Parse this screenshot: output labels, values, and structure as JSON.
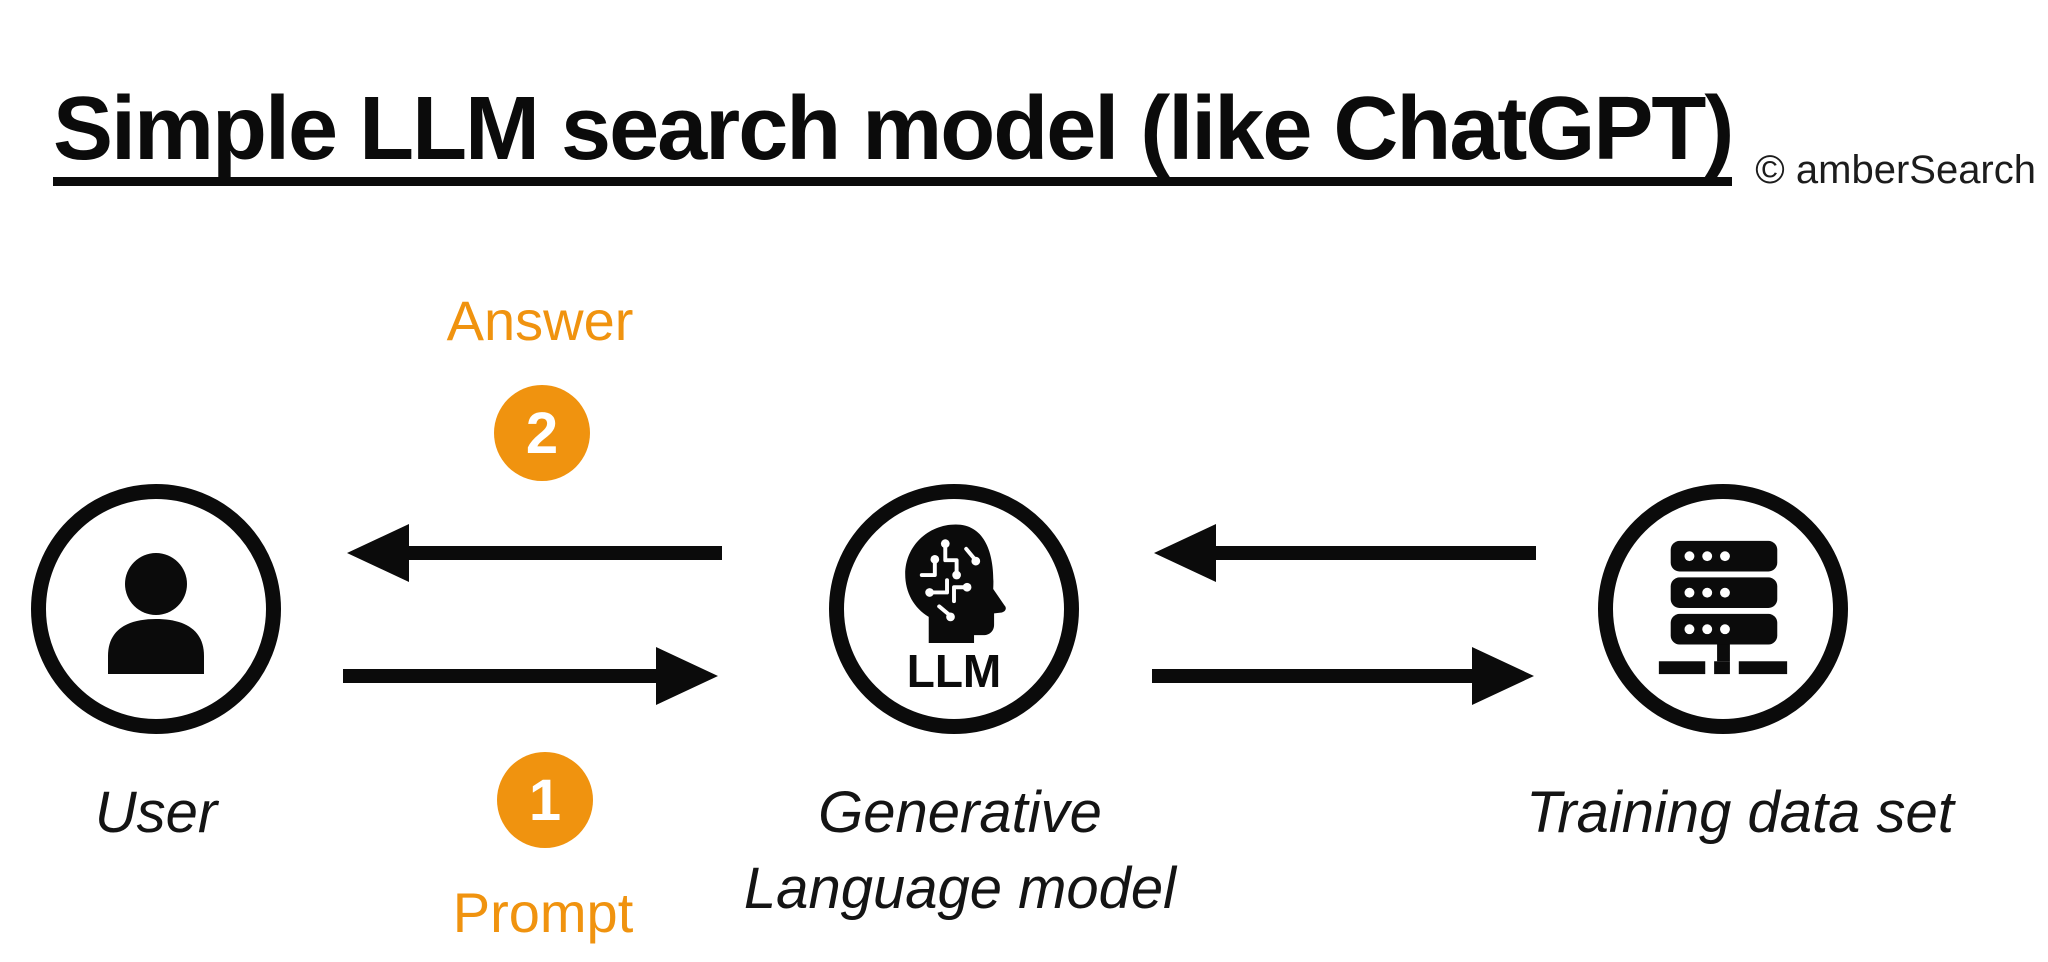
{
  "title": "Simple LLM search model (like ChatGPT)",
  "copyright": "© amberSearch",
  "colors": {
    "accent_orange": "#f0930f",
    "ink": "#0b0b0b",
    "background": "#ffffff"
  },
  "diagram": {
    "user": {
      "label": "User",
      "icon": "user-icon"
    },
    "llm": {
      "icon": "brain-circuit-icon",
      "icon_text": "LLM",
      "label_line1": "Generative",
      "label_line2": "Language model"
    },
    "training": {
      "label": "Training data set",
      "icon": "server-icon"
    },
    "answer_flow": {
      "label": "Answer",
      "step": "2"
    },
    "prompt_flow": {
      "label": "Prompt",
      "step": "1"
    }
  }
}
